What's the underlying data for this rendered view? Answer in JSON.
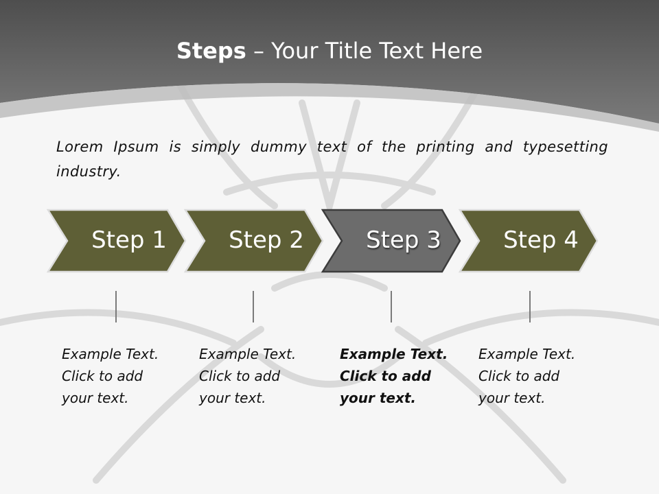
{
  "title": {
    "bold": "Steps",
    "rest": " – Your Title Text Here"
  },
  "intro": "Lorem Ipsum is simply dummy text of the printing and typesetting industry.",
  "colors": {
    "header": "#5c5c5c",
    "chevron": "#5e5f36",
    "chevron_active": "#6c6c6c",
    "chevron_stroke": "#dcdcdc"
  },
  "steps": [
    {
      "label": "Step 1",
      "desc": [
        "Example Text.",
        "Click  to add",
        "your text."
      ],
      "active": false
    },
    {
      "label": "Step 2",
      "desc": [
        "Example Text.",
        "Click  to add",
        "your text."
      ],
      "active": false
    },
    {
      "label": "Step 3",
      "desc": [
        "Example Text.",
        "Click  to add",
        "your text."
      ],
      "active": true
    },
    {
      "label": "Step 4",
      "desc": [
        "Example Text.",
        "Click  to add",
        "your text."
      ],
      "active": false
    }
  ]
}
